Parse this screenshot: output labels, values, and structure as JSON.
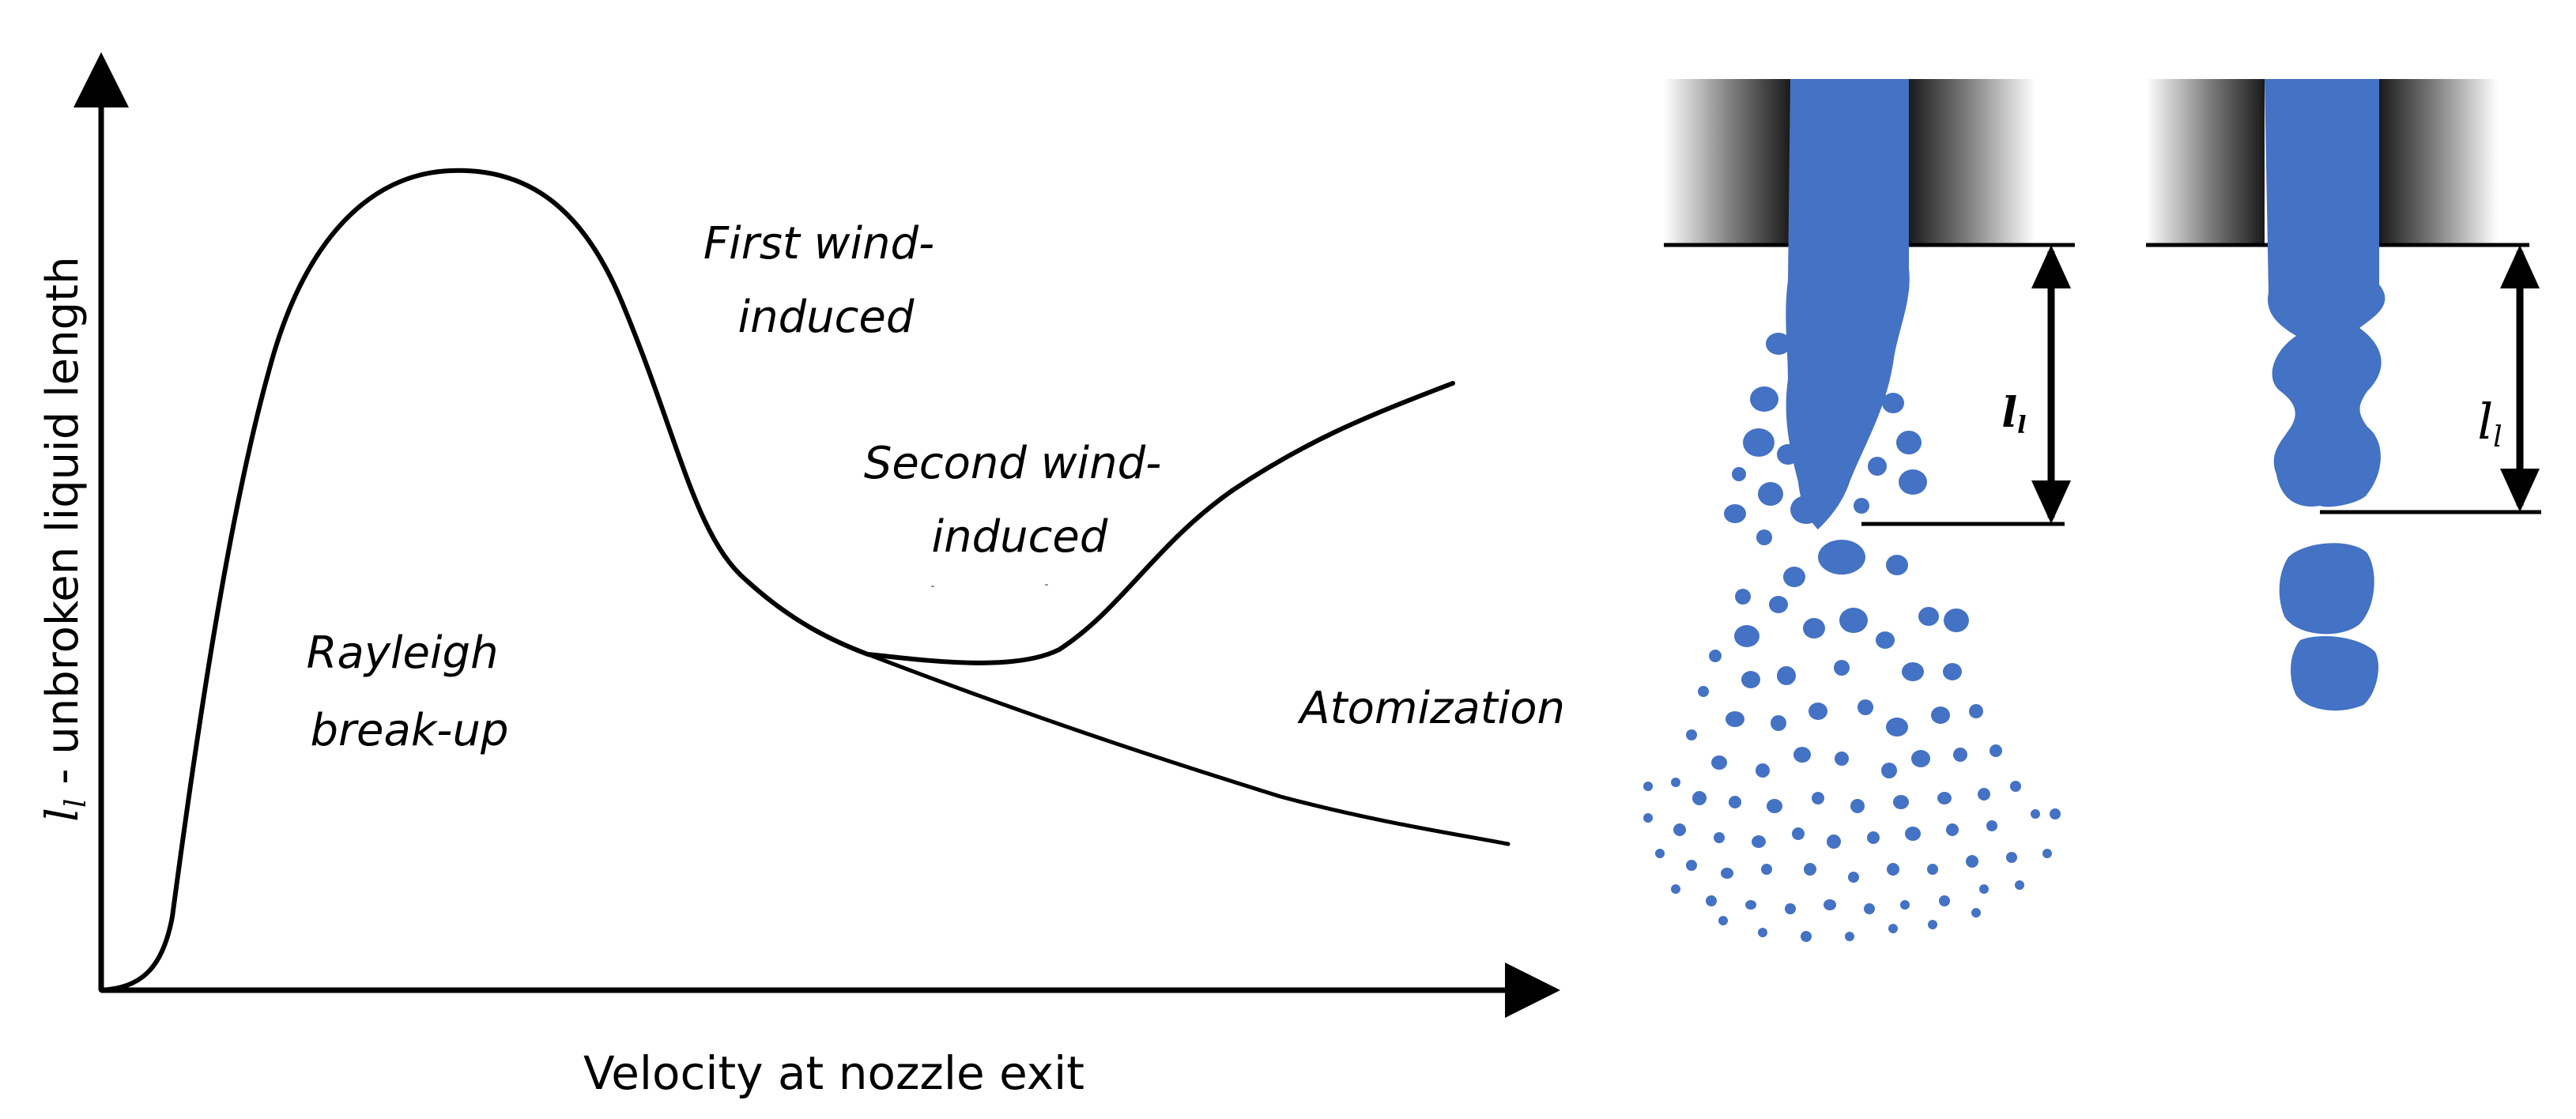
{
  "axes": {
    "x_label": "Velocity at nozzle exit",
    "y_label_symbol": "l",
    "y_label_subscript": "l",
    "y_label_text": " - unbroken liquid length"
  },
  "regions": {
    "rayleigh": [
      "Rayleigh",
      "break-up"
    ],
    "first_wind": [
      "First wind-",
      "induced"
    ],
    "second_wind": [
      "Second wind-",
      "induced"
    ],
    "atomization": "Atomization"
  },
  "nozzle_figures": {
    "left_dimension_label": "l",
    "left_dimension_subscript": "l",
    "right_dimension_label": "l",
    "right_dimension_subscript": "l"
  },
  "colors": {
    "liquid": "#4472C4",
    "line": "#000000",
    "nozzle_wall": "#1a1a1a",
    "background": "#ffffff"
  }
}
